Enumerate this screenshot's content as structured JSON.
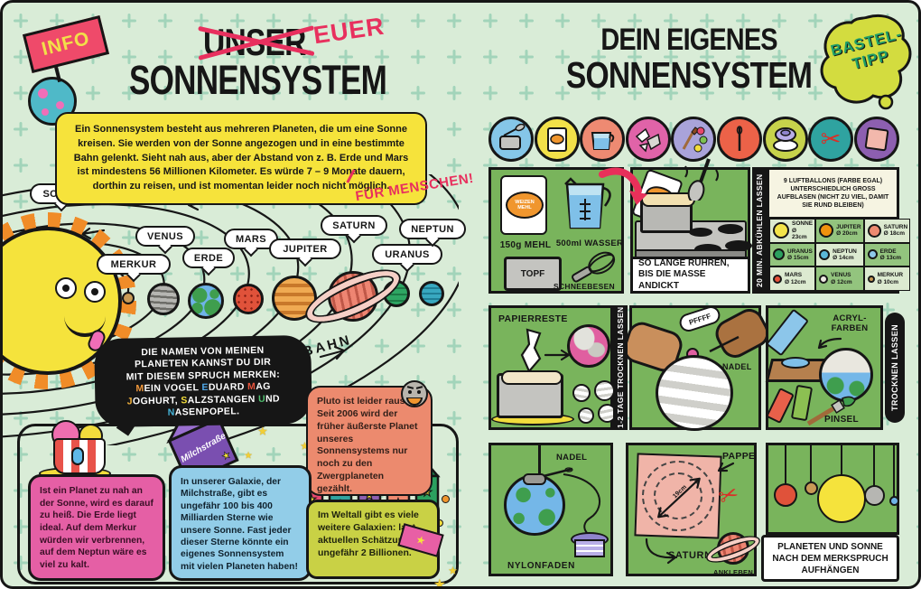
{
  "colors": {
    "background_mint": "#d9ecd7",
    "plus_grid": "#a2d4ba",
    "panel_green": "#79b45c",
    "accent_red": "#e8305e",
    "intro_yellow": "#f6e33b",
    "pluto_salmon": "#ec8a6e",
    "heat_pink": "#e55fa5",
    "galaxy_blue": "#92cde8",
    "universe_olive": "#c9d145",
    "badge_pink": "#ef4a6a",
    "blob_yellowgreen": "#d3dc3f",
    "blob_text_green": "#1f9e68",
    "ink_black": "#161616"
  },
  "left": {
    "badge": "INFO",
    "title_struck": "UNSER",
    "title_fix": "EUER",
    "title": "SONNENSYSTEM",
    "intro": "Ein Sonnensystem besteht aus mehreren Planeten, die um eine Sonne kreisen. Sie werden von der Sonne angezogen und in eine bestimmte Bahn gelenkt. Sieht nah aus, aber der Abstand von z. B. Erde und Mars ist mindestens 56 Millionen Kilometer. Es würde 7 – 9 Monate dauern, dorthin zu reisen, und ist momentan leider noch nicht möglich.",
    "menschen_note": "FÜR MENSCHEN!",
    "orbit_label": "UMLAUFBAHN",
    "planet_labels": [
      "SONNE",
      "MERKUR",
      "VENUS",
      "ERDE",
      "MARS",
      "JUPITER",
      "SATURN",
      "URANUS",
      "NEPTUN"
    ],
    "solar_colors": {
      "sonne": "#f5e33c",
      "merkur": "#c89a56",
      "venus": "#b6b6b2",
      "erde": "#6fb3e8",
      "mars": "#e0523a",
      "jupiter": "#f0aa52",
      "saturn": "#ee8572",
      "uranus": "#2ea663",
      "neptun": "#38a8c0"
    },
    "mnemonic_lines": [
      "DIE NAMEN VON MEINEN",
      "PLANETEN KANNST DU DIR",
      "MIT DIESEM SPRUCH MERKEN:"
    ],
    "mnemonic_s1": [
      {
        "t": "M",
        "c": "#f2993c"
      },
      {
        "t": "EIN "
      },
      {
        "t": "V",
        "c": "#e8e8e8"
      },
      {
        "t": "OGEL "
      },
      {
        "t": "E",
        "c": "#4fa8e8"
      },
      {
        "t": "DUARD "
      },
      {
        "t": "M",
        "c": "#e8543c"
      },
      {
        "t": "AG"
      }
    ],
    "mnemonic_s2": [
      {
        "t": "J",
        "c": "#f2b23c"
      },
      {
        "t": "OGHURT, "
      },
      {
        "t": "S",
        "c": "#f2dc3c"
      },
      {
        "t": "ALZSTANGEN "
      },
      {
        "t": "U",
        "c": "#4fbf6e"
      },
      {
        "t": "ND"
      }
    ],
    "mnemonic_s3": [
      {
        "t": "N",
        "c": "#45b4d8"
      },
      {
        "t": "ASENPOPEL."
      }
    ],
    "pluto_box": "Pluto ist leider raus: Seit 2006 wird der früher äußerste Planet unseres Sonnensystems nur noch zu den Zwergplaneten gezählt.",
    "heat_box": "Ist ein Planet zu nah an der Sonne, wird es darauf zu heiß. Die Erde liegt ideal. Auf dem Merkur würden wir verbrennen, auf dem Neptun wäre es viel zu kalt.",
    "galaxy_box": "In unserer Galaxie, der Milchstraße, gibt es ungefähr 100 bis 400 Milliarden Sterne wie unsere Sonne. Fast jeder dieser Sterne könnte ein eigenes Sonnensystem mit vielen Planeten haben!",
    "universe_box": "Im Weltall gibt es viele weitere Galaxien: laut aktuellen Schätzungen ungefähr 2 Billionen.",
    "milk_label": "Milchstraße"
  },
  "right": {
    "title1": "DEIN EIGENES",
    "title2": "SONNENSYSTEM",
    "badge1": "BASTEL-",
    "badge2": "TIPP",
    "materials": [
      {
        "name": "pot-spoon-icon",
        "bg": "#85c6e8"
      },
      {
        "name": "flour-bag-icon",
        "bg": "#f2e049"
      },
      {
        "name": "measuring-jug-icon",
        "bg": "#ee8a72"
      },
      {
        "name": "paper-scraps-icon",
        "bg": "#e063a8"
      },
      {
        "name": "paint-brush-icon",
        "bg": "#a9a3da"
      },
      {
        "name": "needle-icon",
        "bg": "#ec6248"
      },
      {
        "name": "thread-spool-icon",
        "bg": "#c7d34b"
      },
      {
        "name": "scissors-icon",
        "bg": "#2fa3a0"
      },
      {
        "name": "cardboard-icon",
        "bg": "#8d5fb0"
      }
    ],
    "step1": {
      "mehl": "150g MEHL",
      "mehl_bag": "WEIZEN MEHL",
      "wasser": "500ml WASSER",
      "topf": "TOPF",
      "schneebesen": "SCHNEEBESEN"
    },
    "step2": {
      "bag": "MEHL",
      "caption": "SO LANGE RÜHREN, BIS DIE MASSE ANDICKT"
    },
    "bar_cool": "20 MIN. ABKÜHLEN LASSEN",
    "table": {
      "header": "9 LUFTBALLONS (FARBE EGAL) UNTERSCHIEDLICH GROSS AUFBLASEN (NICHT ZU VIEL, DAMIT SIE RUND BLEIBEN)",
      "cells": [
        {
          "name": "SONNE",
          "size": "Ø 23cm",
          "color": "#f3e44a"
        },
        {
          "name": "JUPITER",
          "size": "Ø 20cm",
          "color": "#f0920e"
        },
        {
          "name": "SATURN",
          "size": "Ø 18cm",
          "color": "#ed8a70"
        },
        {
          "name": "URANUS",
          "size": "Ø 15cm",
          "color": "#2ba05f"
        },
        {
          "name": "NEPTUN",
          "size": "Ø 14cm",
          "color": "#5ab7d8"
        },
        {
          "name": "ERDE",
          "size": "Ø 13cm",
          "color": "#8ec8ea"
        },
        {
          "name": "MARS",
          "size": "Ø 12cm",
          "color": "#e8533a"
        },
        {
          "name": "VENUS",
          "size": "Ø 12cm",
          "color": "#eceae2"
        },
        {
          "name": "MERKUR",
          "size": "Ø 10cm",
          "color": "#c89a56"
        }
      ]
    },
    "step3": {
      "label": "PAPIERRESTE"
    },
    "bar_dry1": "1-2 TAGE TROCKNEN LASSEN",
    "step4": {
      "pfff": "PFFFF",
      "nadel": "NADEL"
    },
    "step5": {
      "farben": "ACRYL-FARBEN",
      "pinsel": "PINSEL"
    },
    "bar_dry2": "TROCKNEN LASSEN",
    "step6": {
      "nadel": "NADEL",
      "faden": "NYLONFADEN"
    },
    "step7": {
      "pappe": "PAPPE",
      "mass": "19cm",
      "saturn": "SATURN",
      "ankleben": "ANKLEBEN"
    },
    "final_caption": "PLANETEN UND SONNE NACH DEM MERKSPRUCH AUFHÄNGEN"
  }
}
